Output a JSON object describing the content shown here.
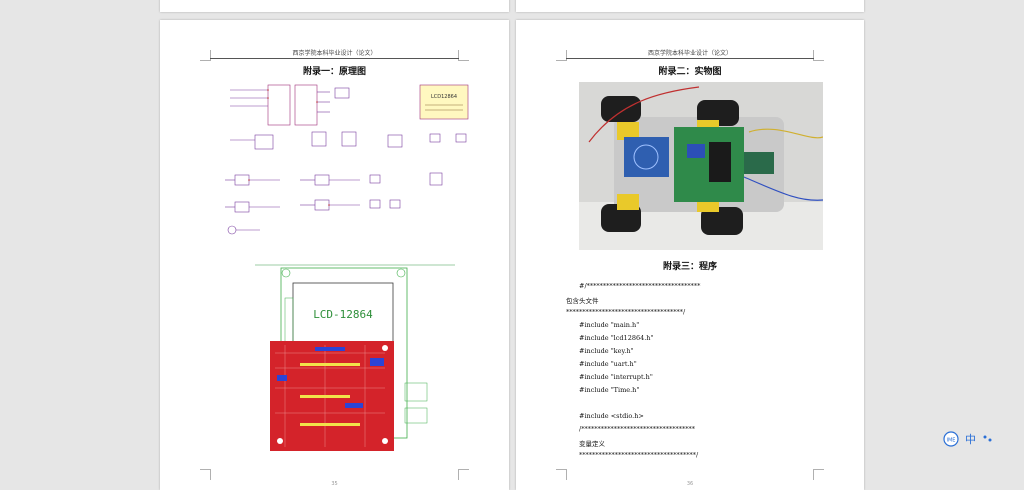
{
  "page_left": {
    "header": "西京学院本科毕业设计（论文）",
    "title": "附录一：原理图",
    "lcd_top_label": "LCD12864",
    "lcd_board_label": "LCD-12864",
    "page_number": "35"
  },
  "page_right": {
    "header": "西京学院本科毕业设计（论文）",
    "title_photo": "附录二：实物图",
    "title_program": "附录三：程序",
    "code_lines": [
      "  #/***********************************",
      "包含头文件",
      "************************************/",
      "#include \"main.h\"",
      "#include \"lcd12864.h\"",
      "#include \"key.h\"",
      "#include \"uart.h\"",
      "#include \"interrupt.h\"",
      "#include \"Time.h\"",
      "",
      "#include <stdio.h>",
      "/***********************************",
      "变量定义",
      "************************************/"
    ],
    "page_number": "36"
  },
  "status_bar": {
    "ime_label": "中",
    "icon1": "ime-logo-icon",
    "icon2": "dots-icon"
  }
}
